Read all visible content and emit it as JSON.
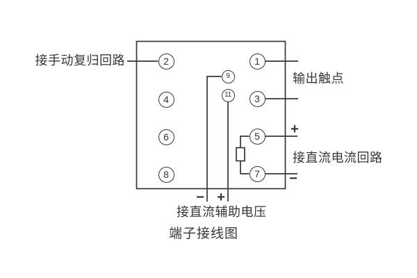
{
  "title": "端子接线图",
  "labels": {
    "manual_reset": "接手动复归回路",
    "output_contact": "输出触点",
    "dc_current": "接直流电流回路",
    "dc_aux_voltage": "接直流辅助电压"
  },
  "signs": {
    "current_plus": "+",
    "current_minus": "−",
    "aux_minus": "−",
    "aux_plus": "+"
  },
  "terminals": {
    "left": [
      "2",
      "4",
      "6",
      "8"
    ],
    "middle": [
      "9",
      "11"
    ],
    "right": [
      "1",
      "3",
      "5",
      "7"
    ]
  },
  "colors": {
    "line": "#363636",
    "background": "#ffffff"
  }
}
